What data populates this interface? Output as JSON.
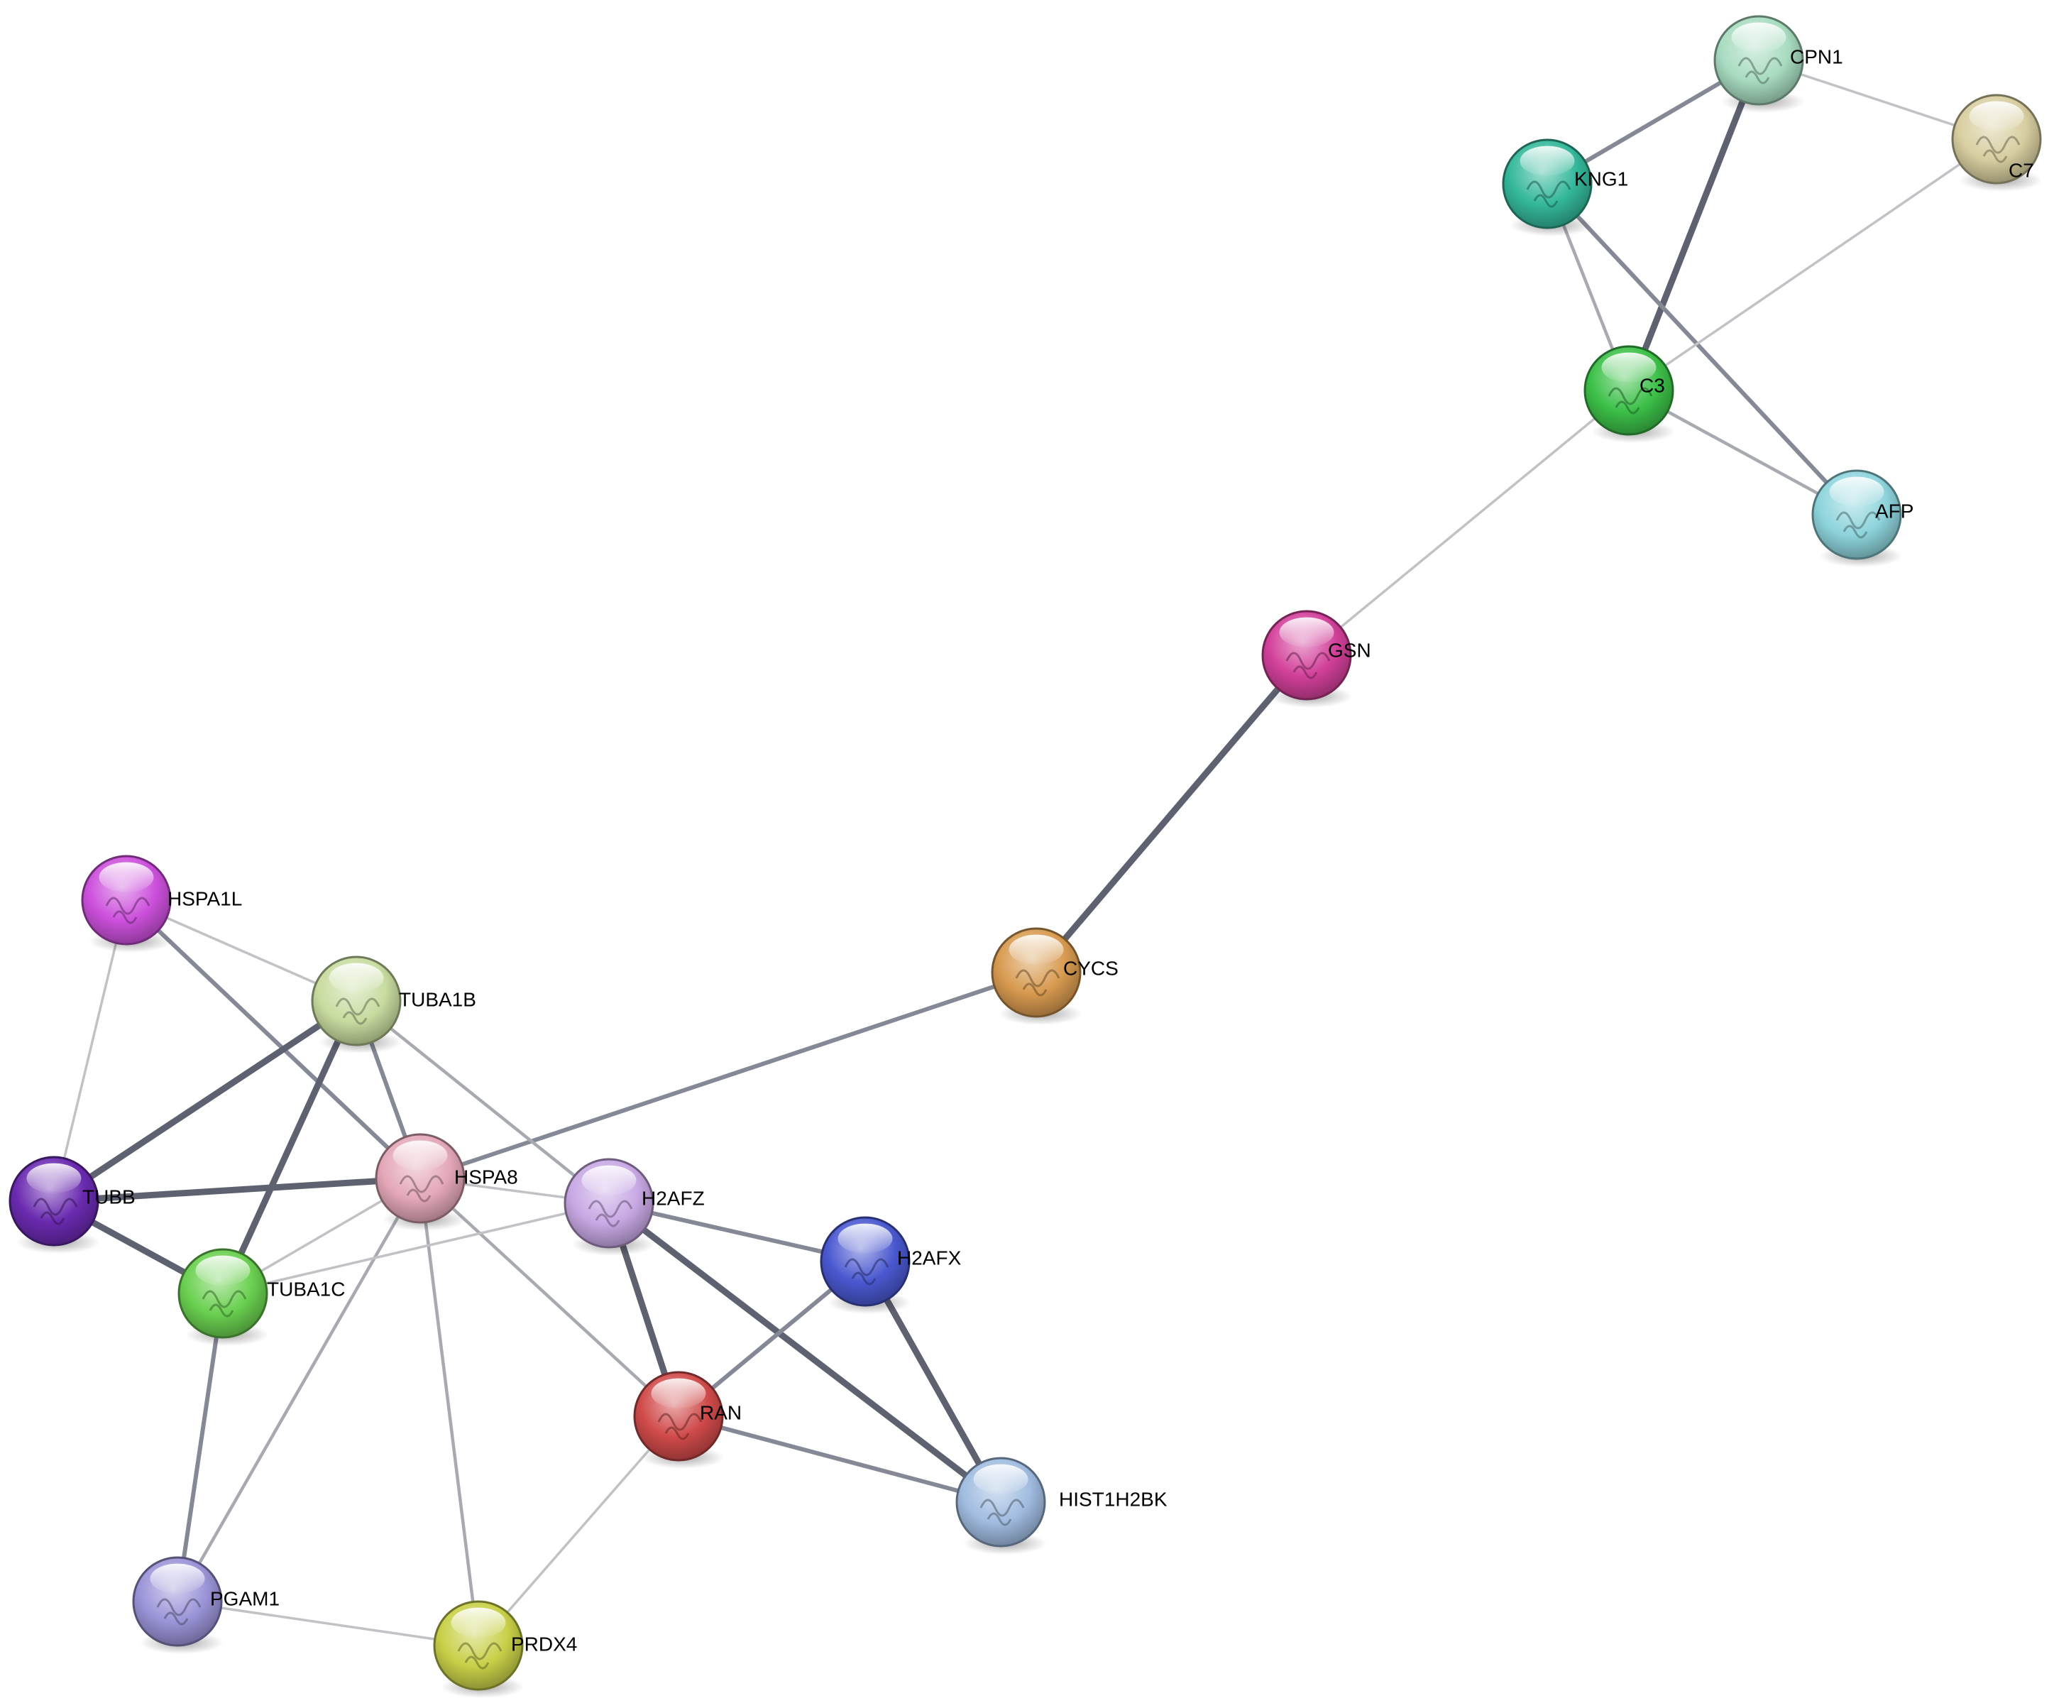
{
  "proteins": [
    {
      "id": "CPN1",
      "label": "CPN1",
      "color": "#a8dcc0"
    },
    {
      "id": "C7",
      "label": "C7",
      "color": "#d8ceA0"
    },
    {
      "id": "KNG1",
      "label": "KNG1",
      "color": "#34b89a"
    },
    {
      "id": "C3",
      "label": "C3",
      "color": "#3cc048"
    },
    {
      "id": "AFP",
      "label": "AFP",
      "color": "#8ed4dc"
    },
    {
      "id": "GSN",
      "label": "GSN",
      "color": "#d2409a"
    },
    {
      "id": "CYCS",
      "label": "CYCS",
      "color": "#d89a50"
    },
    {
      "id": "HSPA1L",
      "label": "HSPA1L",
      "color": "#cc50dc"
    },
    {
      "id": "TUBA1B",
      "label": "TUBA1B",
      "color": "#c8dca0"
    },
    {
      "id": "TUBB",
      "label": "TUBB",
      "color": "#6a2ab0"
    },
    {
      "id": "HSPA8",
      "label": "HSPA8",
      "color": "#e4a8b8"
    },
    {
      "id": "H2AFZ",
      "label": "H2AFZ",
      "color": "#c8a8e4"
    },
    {
      "id": "H2AFX",
      "label": "H2AFX",
      "color": "#4a58d0"
    },
    {
      "id": "TUBA1C",
      "label": "TUBA1C",
      "color": "#6ad050"
    },
    {
      "id": "RAN",
      "label": "RAN",
      "color": "#d04a4a"
    },
    {
      "id": "HIST1H2BK",
      "label": "HIST1H2BK",
      "color": "#a0bce0"
    },
    {
      "id": "PGAM1",
      "label": "PGAM1",
      "color": "#9a94d8"
    },
    {
      "id": "PRDX4",
      "label": "PRDX4",
      "color": "#c8d048"
    }
  ],
  "interactions": [
    {
      "from": "KNG1",
      "to": "CPN1",
      "strength": "medium"
    },
    {
      "from": "CPN1",
      "to": "C3",
      "strength": "strong"
    },
    {
      "from": "CPN1",
      "to": "C7",
      "strength": "weak"
    },
    {
      "from": "KNG1",
      "to": "C3",
      "strength": "weak-medium"
    },
    {
      "from": "KNG1",
      "to": "AFP",
      "strength": "medium"
    },
    {
      "from": "C3",
      "to": "AFP",
      "strength": "weak-medium"
    },
    {
      "from": "C3",
      "to": "C7",
      "strength": "weak"
    },
    {
      "from": "C3",
      "to": "GSN",
      "strength": "weak"
    },
    {
      "from": "GSN",
      "to": "CYCS",
      "strength": "strong"
    },
    {
      "from": "CYCS",
      "to": "HSPA8",
      "strength": "medium"
    },
    {
      "from": "HSPA1L",
      "to": "TUBA1B",
      "strength": "weak"
    },
    {
      "from": "HSPA1L",
      "to": "TUBB",
      "strength": "weak"
    },
    {
      "from": "HSPA1L",
      "to": "HSPA8",
      "strength": "medium"
    },
    {
      "from": "TUBA1B",
      "to": "TUBB",
      "strength": "strong"
    },
    {
      "from": "TUBA1B",
      "to": "TUBA1C",
      "strength": "strong"
    },
    {
      "from": "TUBA1B",
      "to": "HSPA8",
      "strength": "medium"
    },
    {
      "from": "TUBA1B",
      "to": "H2AFZ",
      "strength": "weak-medium"
    },
    {
      "from": "TUBB",
      "to": "HSPA8",
      "strength": "strong"
    },
    {
      "from": "TUBB",
      "to": "TUBA1C",
      "strength": "strong"
    },
    {
      "from": "HSPA8",
      "to": "TUBA1C",
      "strength": "weak"
    },
    {
      "from": "HSPA8",
      "to": "H2AFZ",
      "strength": "weak"
    },
    {
      "from": "HSPA8",
      "to": "RAN",
      "strength": "weak-medium"
    },
    {
      "from": "HSPA8",
      "to": "PGAM1",
      "strength": "weak-medium"
    },
    {
      "from": "HSPA8",
      "to": "PRDX4",
      "strength": "weak-medium"
    },
    {
      "from": "TUBA1C",
      "to": "H2AFZ",
      "strength": "weak"
    },
    {
      "from": "TUBA1C",
      "to": "PGAM1",
      "strength": "medium"
    },
    {
      "from": "H2AFZ",
      "to": "H2AFX",
      "strength": "medium"
    },
    {
      "from": "H2AFZ",
      "to": "RAN",
      "strength": "strong"
    },
    {
      "from": "H2AFZ",
      "to": "HIST1H2BK",
      "strength": "strong"
    },
    {
      "from": "H2AFX",
      "to": "RAN",
      "strength": "medium"
    },
    {
      "from": "H2AFX",
      "to": "HIST1H2BK",
      "strength": "strong"
    },
    {
      "from": "RAN",
      "to": "HIST1H2BK",
      "strength": "medium"
    },
    {
      "from": "RAN",
      "to": "PRDX4",
      "strength": "weak"
    },
    {
      "from": "PGAM1",
      "to": "PRDX4",
      "strength": "weak"
    }
  ]
}
